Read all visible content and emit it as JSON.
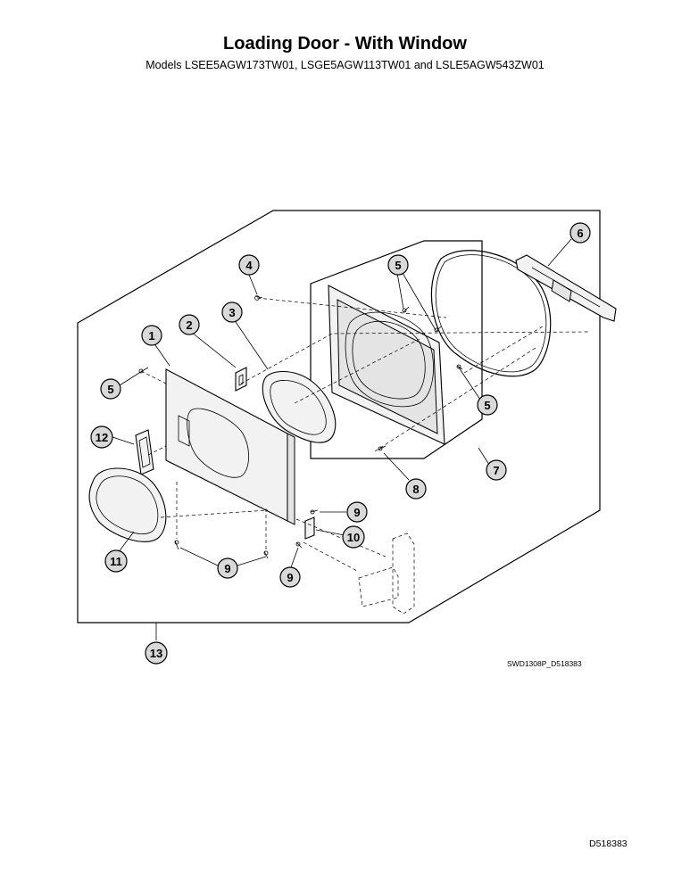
{
  "title": "Loading Door - With Window",
  "subtitle": "Models LSEE5AGW173TW01, LSGE5AGW113TW01 and LSLE5AGW543ZW01",
  "figure_code": "SWD1308P_D518383",
  "doc_code": "D518383",
  "callouts": [
    {
      "id": "c1",
      "label": "1"
    },
    {
      "id": "c2",
      "label": "2"
    },
    {
      "id": "c3",
      "label": "3"
    },
    {
      "id": "c4",
      "label": "4"
    },
    {
      "id": "c5a",
      "label": "5"
    },
    {
      "id": "c5b",
      "label": "5"
    },
    {
      "id": "c5c",
      "label": "5"
    },
    {
      "id": "c6",
      "label": "6"
    },
    {
      "id": "c7",
      "label": "7"
    },
    {
      "id": "c8",
      "label": "8"
    },
    {
      "id": "c9a",
      "label": "9"
    },
    {
      "id": "c9b",
      "label": "9"
    },
    {
      "id": "c9c",
      "label": "9"
    },
    {
      "id": "c10",
      "label": "10"
    },
    {
      "id": "c11",
      "label": "11"
    },
    {
      "id": "c12",
      "label": "12"
    },
    {
      "id": "c13",
      "label": "13"
    }
  ]
}
